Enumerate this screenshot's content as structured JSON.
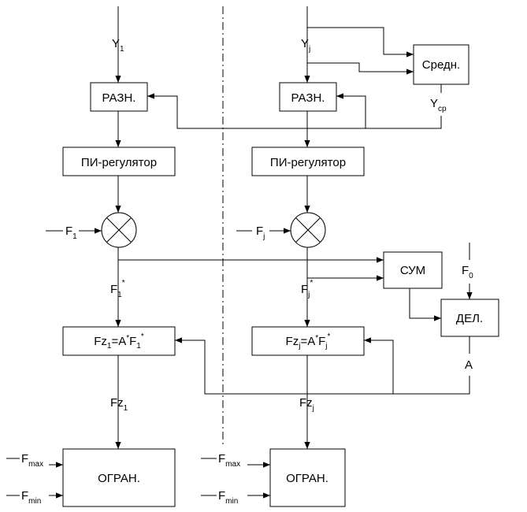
{
  "labels": {
    "y1": {
      "main": "Y",
      "sub": "1"
    },
    "yj": {
      "main": "Y",
      "sub": "j"
    },
    "ycp": {
      "main": "Y",
      "sub": "ср"
    },
    "f1": {
      "main": "F",
      "sub": "1"
    },
    "fj": {
      "main": "F",
      "sub": "j"
    },
    "f1star": {
      "main": "F",
      "sub": "1",
      "sup": "*"
    },
    "fjstar": {
      "main": "F",
      "sub": "j",
      "sup": "*"
    },
    "f0": {
      "main": "F",
      "sub": "0"
    },
    "a": "A",
    "fz1": {
      "main": "Fz",
      "sub": "1"
    },
    "fzj": {
      "main": "Fz",
      "sub": "j"
    },
    "fmax": {
      "main": "F",
      "sub": "max"
    },
    "fmin": {
      "main": "F",
      "sub": "min"
    }
  },
  "blocks": {
    "sredn": "Средн.",
    "razn": "РАЗН.",
    "pi": "ПИ-регулятор",
    "sum": "СУМ",
    "del": "ДЕЛ.",
    "ogran": "ОГРАН."
  },
  "formulas": {
    "fz1": {
      "a": "Fz",
      "b": "1",
      "c": "=A",
      "d": "*",
      "e": "F",
      "f": "1",
      "g": "*"
    },
    "fzj": {
      "a": "Fz",
      "b": "j",
      "c": "=A",
      "d": "*",
      "e": "F",
      "f": "j",
      "g": "*"
    }
  }
}
